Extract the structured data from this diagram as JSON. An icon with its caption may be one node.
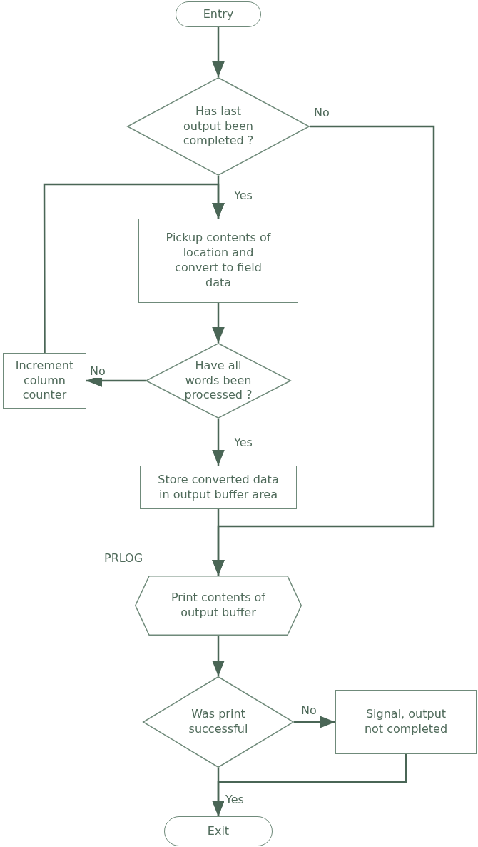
{
  "diagram": {
    "nodes": [
      {
        "text": [
          "Entry"
        ]
      },
      {
        "text": [
          "Has last output been completed ?"
        ]
      },
      {
        "text": [
          "Pickup contents of location and convert to field data"
        ]
      },
      {
        "text": [
          "Have all words been processed ?"
        ]
      },
      {
        "text": [
          "Increment column counter"
        ]
      },
      {
        "text": [
          "Store converted data in output buffer area"
        ]
      },
      {
        "text": [
          "Print contents of output buffer"
        ],
        "beside": [
          "PRLOG"
        ]
      },
      {
        "text": [
          "Was print successful"
        ]
      },
      {
        "text": [
          "Signal, output not completed"
        ]
      },
      {
        "text": [
          "Exit"
        ]
      }
    ],
    "edges": [
      {
        "from": 0,
        "to": 1,
        "arrow": "to"
      },
      {
        "from": 1,
        "to": 2,
        "arrow": "to",
        "label": "Yes"
      },
      {
        "from": 1,
        "to": 6,
        "arrow": "to",
        "label": "No"
      },
      {
        "from": 2,
        "to": 3,
        "arrow": "to"
      },
      {
        "from": 3,
        "to": 4,
        "arrow": "to",
        "label": "No"
      },
      {
        "from": 4,
        "to": 2,
        "arrow": "to"
      },
      {
        "from": 3,
        "to": 5,
        "arrow": "to",
        "label": "Yes"
      },
      {
        "from": 5,
        "to": 6,
        "arrow": "to"
      },
      {
        "from": 6,
        "to": 7,
        "arrow": "to"
      },
      {
        "from": 7,
        "to": 8,
        "arrow": "to",
        "label": "No"
      },
      {
        "from": 7,
        "to": 9,
        "arrow": "to",
        "label": "Yes"
      },
      {
        "from": 8,
        "to": 9,
        "arrow": "to"
      }
    ]
  }
}
